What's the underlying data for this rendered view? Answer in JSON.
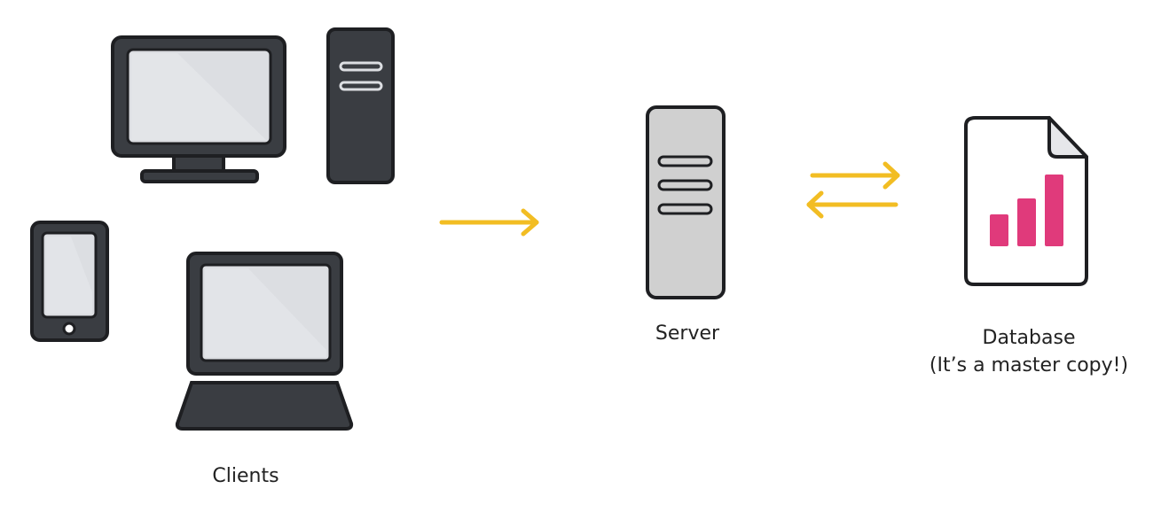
{
  "labels": {
    "clients": "Clients",
    "server": "Server",
    "database": "Database",
    "database_note": "(It’s a master copy!)"
  },
  "icons": {
    "clients": [
      "desktop-monitor-icon",
      "tower-pc-icon",
      "tablet-icon",
      "laptop-icon"
    ],
    "server": "server-tower-icon",
    "database": "document-bar-chart-icon"
  },
  "colors": {
    "outline": "#1e1f22",
    "device_body": "#3a3d42",
    "screen": "#dcdee2",
    "server_body": "#d0d0d0",
    "arrow": "#f2bd23",
    "chart_bars": "#e03a7b",
    "text": "#222222"
  }
}
